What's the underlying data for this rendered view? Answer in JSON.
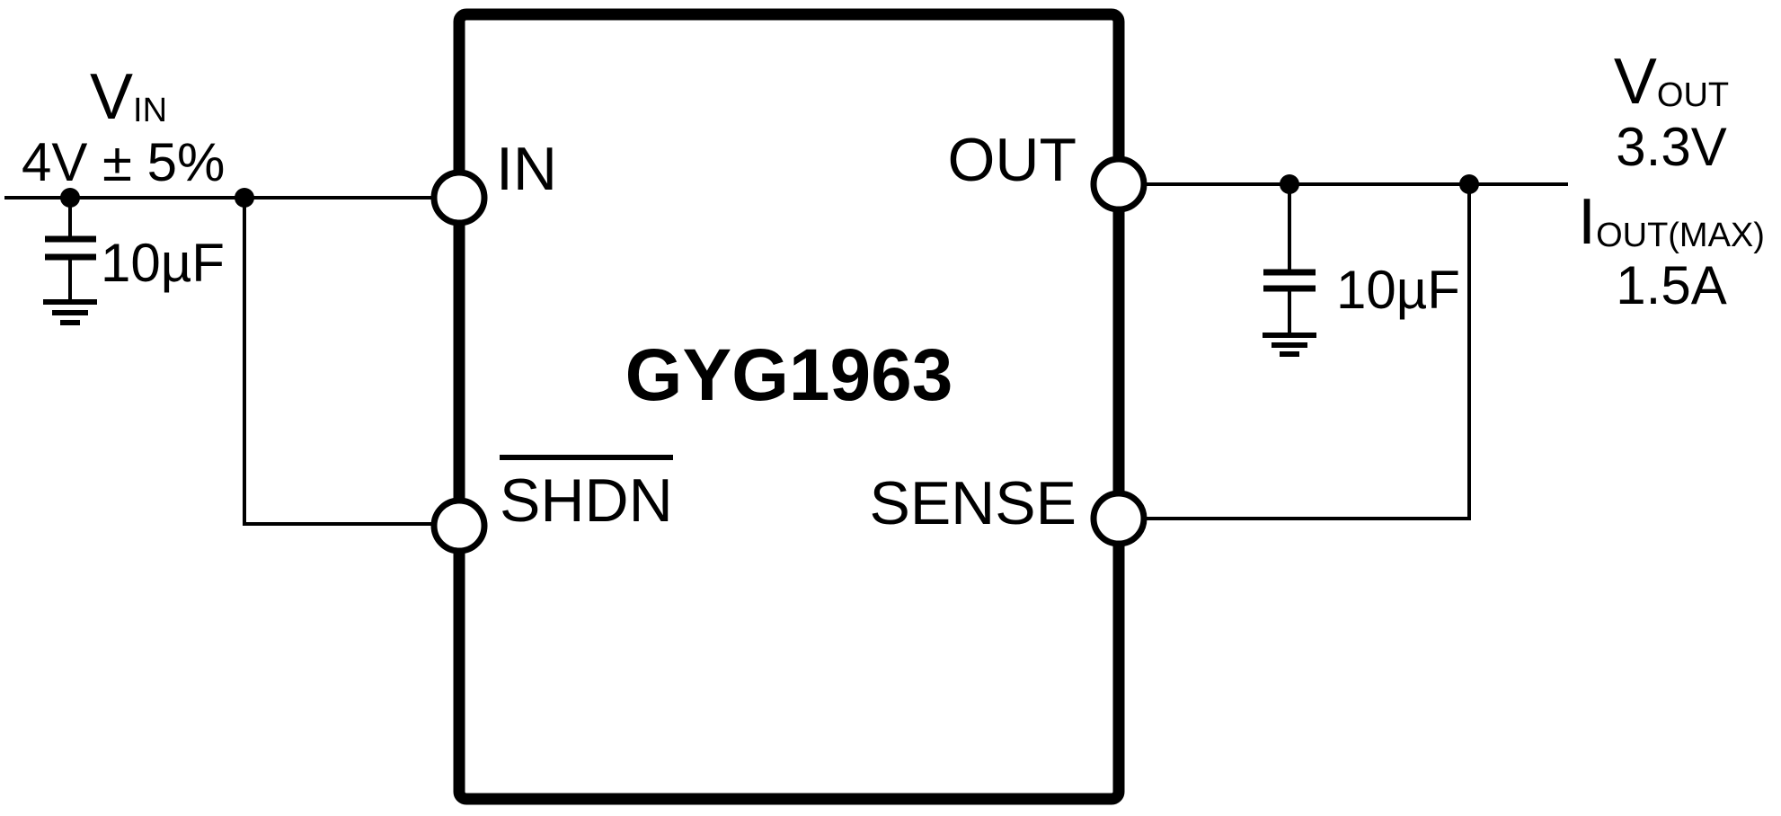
{
  "colors": {
    "line": "#000000",
    "background": "#ffffff"
  },
  "ic": {
    "name": "GYG1963",
    "pins": {
      "in": "IN",
      "shdn": "SHDN",
      "out": "OUT",
      "sense": "SENSE"
    }
  },
  "input": {
    "rail_symbol": "V",
    "rail_subscript": "IN",
    "value": "4V ± 5%",
    "capacitor_value": "10µF"
  },
  "output": {
    "rail_symbol": "V",
    "rail_subscript": "OUT",
    "value": "3.3V",
    "current_symbol": "I",
    "current_subscript": "OUT(MAX)",
    "current_value": "1.5A",
    "capacitor_value": "10µF"
  }
}
